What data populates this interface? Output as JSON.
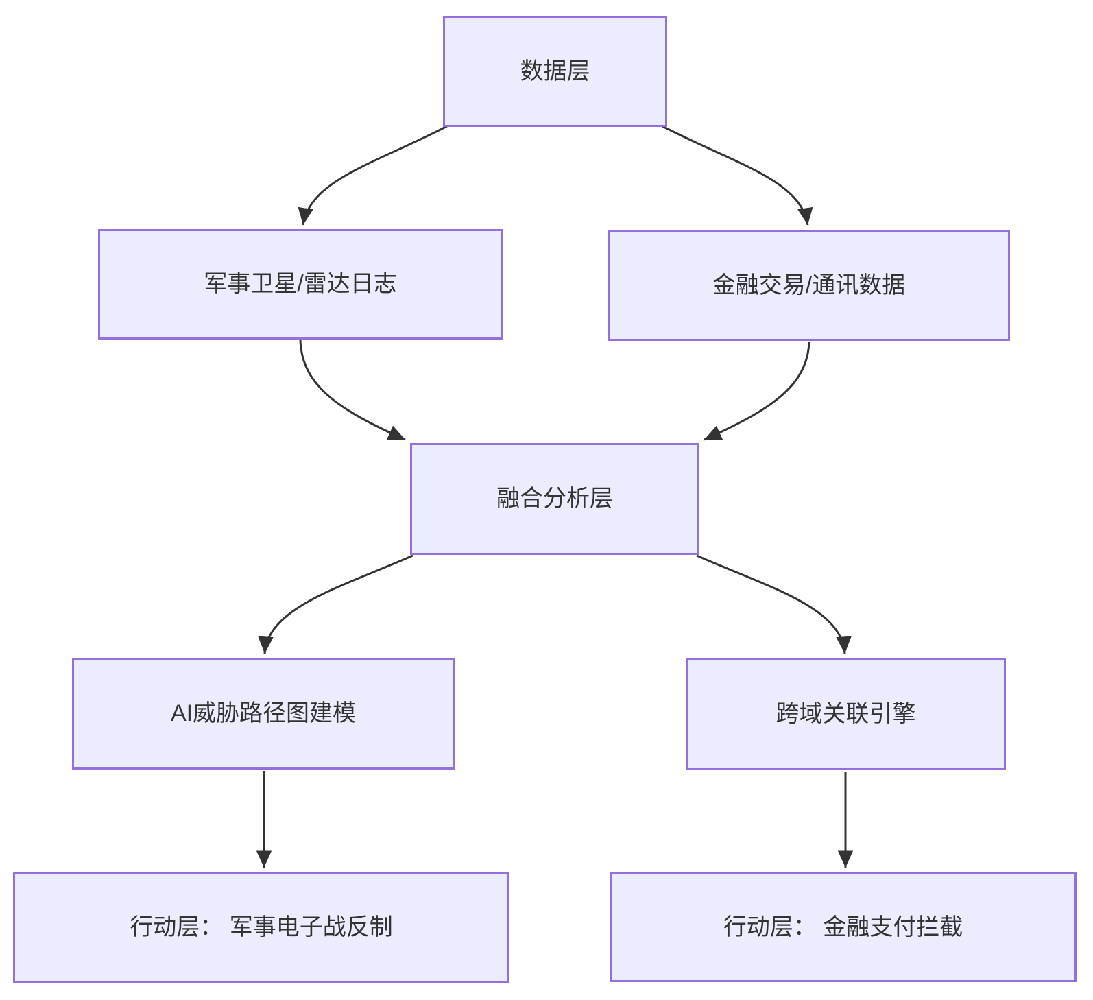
{
  "diagram": {
    "type": "flowchart",
    "direction": "top-down",
    "colors": {
      "node_fill": "#ECECFF",
      "node_border": "#9370DB",
      "edge_stroke": "#333333",
      "text": "#333333",
      "background": "#FFFFFF"
    },
    "nodes": [
      {
        "id": "data_layer",
        "label": "数据层"
      },
      {
        "id": "military_logs",
        "label": "军事卫星/雷达日志"
      },
      {
        "id": "finance_data",
        "label": "金融交易/通讯数据"
      },
      {
        "id": "fusion_layer",
        "label": "融合分析层"
      },
      {
        "id": "ai_threat_model",
        "label": "AI威胁路径图建模"
      },
      {
        "id": "cross_domain_engine",
        "label": "跨域关联引擎"
      },
      {
        "id": "action_military",
        "label": "行动层： 军事电子战反制"
      },
      {
        "id": "action_finance",
        "label": "行动层： 金融支付拦截"
      }
    ],
    "edges": [
      {
        "from": "data_layer",
        "to": "military_logs"
      },
      {
        "from": "data_layer",
        "to": "finance_data"
      },
      {
        "from": "military_logs",
        "to": "fusion_layer"
      },
      {
        "from": "finance_data",
        "to": "fusion_layer"
      },
      {
        "from": "fusion_layer",
        "to": "ai_threat_model"
      },
      {
        "from": "fusion_layer",
        "to": "cross_domain_engine"
      },
      {
        "from": "ai_threat_model",
        "to": "action_military"
      },
      {
        "from": "cross_domain_engine",
        "to": "action_finance"
      }
    ]
  }
}
